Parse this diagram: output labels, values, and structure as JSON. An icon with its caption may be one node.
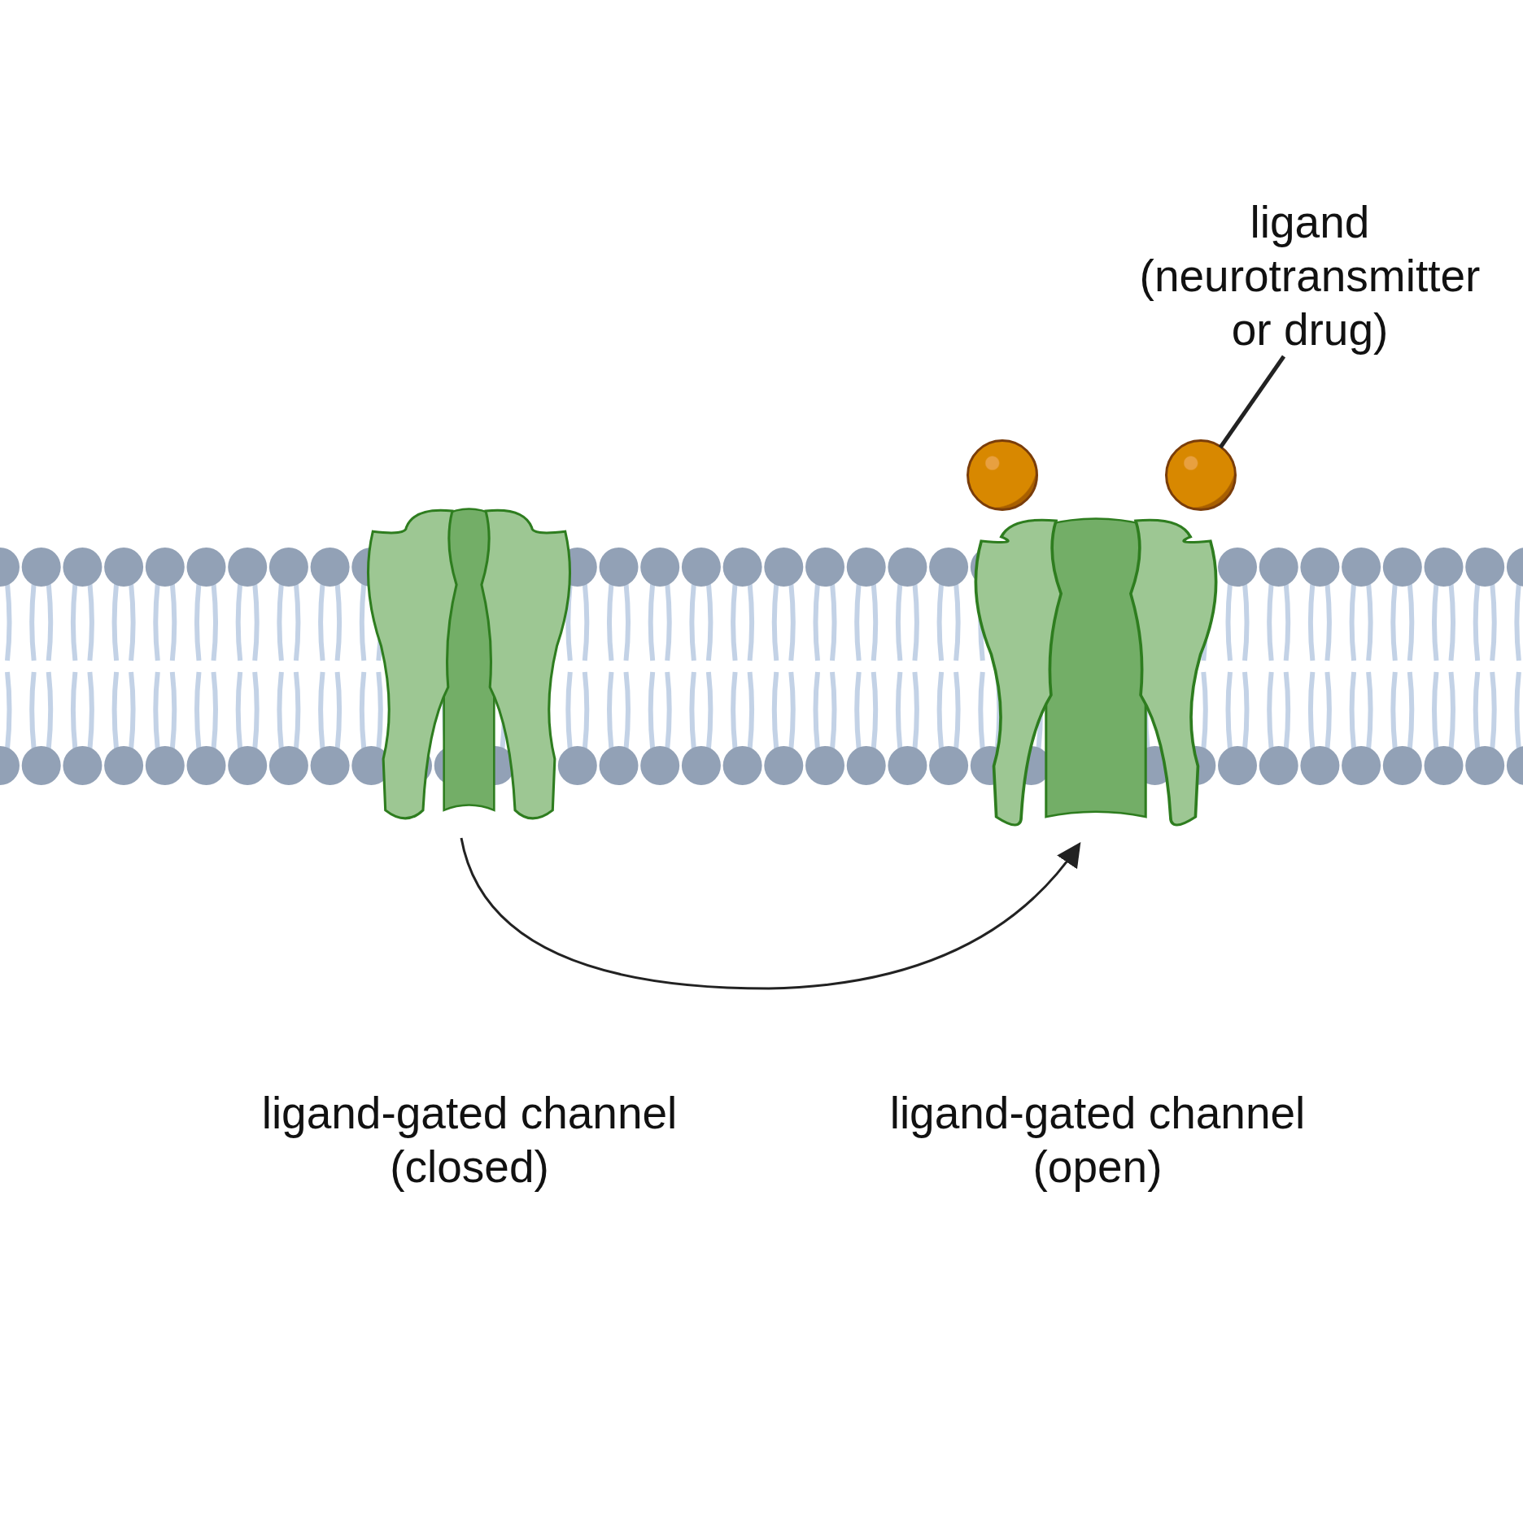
{
  "diagram": {
    "nodes": [
      {
        "text": [
          "ligand (neurotransmitter or drug)"
        ]
      },
      {
        "text": [],
        "shape": "circle"
      },
      {
        "text": [],
        "shape": "circle"
      },
      {
        "text": [],
        "shape": "picture"
      },
      {
        "text": [],
        "shape": "picture"
      }
    ],
    "labels": [
      "ligand-gated channel (closed)",
      "ligand-gated channel (open)"
    ],
    "edges": [
      {
        "from": 0,
        "to": 2,
        "arrow": "none"
      },
      {
        "from": 3,
        "to": 4,
        "arrow": "to"
      }
    ]
  }
}
